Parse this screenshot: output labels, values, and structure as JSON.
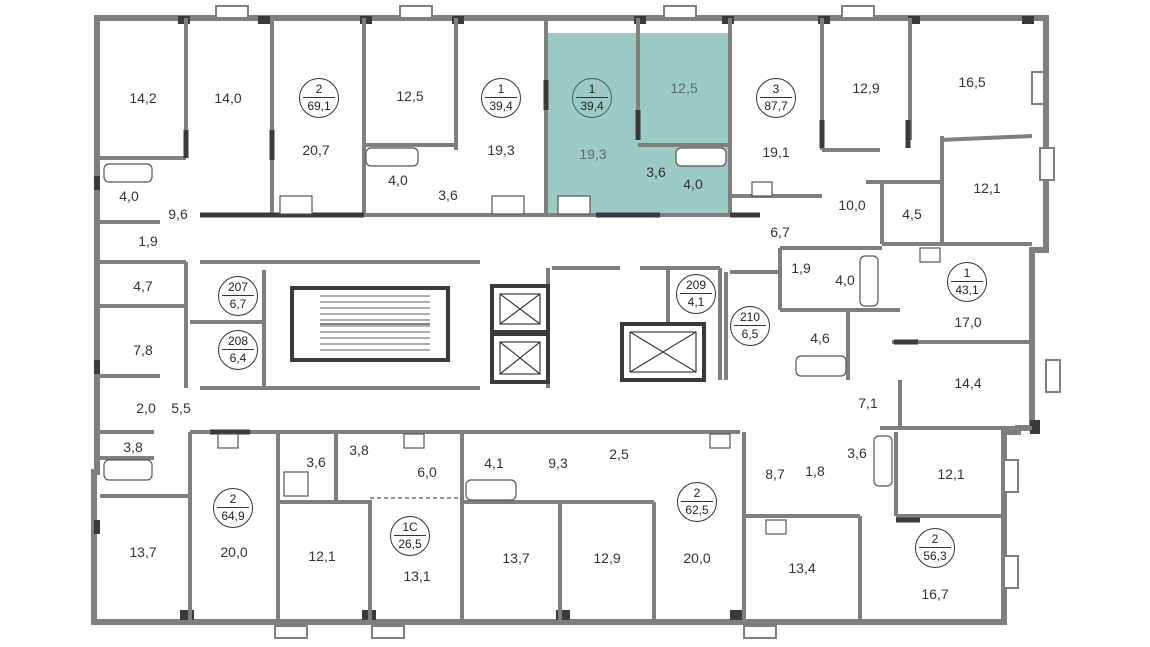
{
  "plan": {
    "highlight_color": "#9ccbc6",
    "wall_color": "#7f7f7f",
    "dark_wall_color": "#3a3a3a"
  },
  "apartments": [
    {
      "id": "apt-2-69",
      "rooms": "2",
      "area": "69,1"
    },
    {
      "id": "apt-1-39-left",
      "rooms": "1",
      "area": "39,4"
    },
    {
      "id": "apt-1-39-selected",
      "rooms": "1",
      "area": "39,4",
      "selected": true
    },
    {
      "id": "apt-3-87",
      "rooms": "3",
      "area": "87,7"
    },
    {
      "id": "apt-1-43",
      "rooms": "1",
      "area": "43,1"
    },
    {
      "id": "apt-207",
      "rooms": "207",
      "area": "6,7"
    },
    {
      "id": "apt-208",
      "rooms": "208",
      "area": "6,4"
    },
    {
      "id": "apt-209",
      "rooms": "209",
      "area": "4,1"
    },
    {
      "id": "apt-210",
      "rooms": "210",
      "area": "6,5"
    },
    {
      "id": "apt-2-64",
      "rooms": "2",
      "area": "64,9"
    },
    {
      "id": "apt-1c-26",
      "rooms": "1С",
      "area": "26,5"
    },
    {
      "id": "apt-2-62",
      "rooms": "2",
      "area": "62,5"
    },
    {
      "id": "apt-2-56",
      "rooms": "2",
      "area": "56,3"
    }
  ],
  "room_areas": [
    "14,2",
    "14,0",
    "20,7",
    "12,5",
    "19,3",
    "19,3",
    "12,5",
    "3,6",
    "4,0",
    "19,1",
    "12,9",
    "16,5",
    "4,0",
    "9,6",
    "1,9",
    "4,0",
    "3,6",
    "10,0",
    "4,5",
    "12,1",
    "6,7",
    "1,9",
    "4,0",
    "17,0",
    "4,7",
    "7,8",
    "4,6",
    "14,4",
    "7,1",
    "2,0",
    "5,5",
    "3,8",
    "3,6",
    "3,8",
    "6,0",
    "4,1",
    "9,3",
    "2,5",
    "8,7",
    "1,8",
    "3,6",
    "12,1",
    "13,7",
    "20,0",
    "12,1",
    "13,1",
    "13,7",
    "12,9",
    "20,0",
    "13,4",
    "16,7"
  ]
}
